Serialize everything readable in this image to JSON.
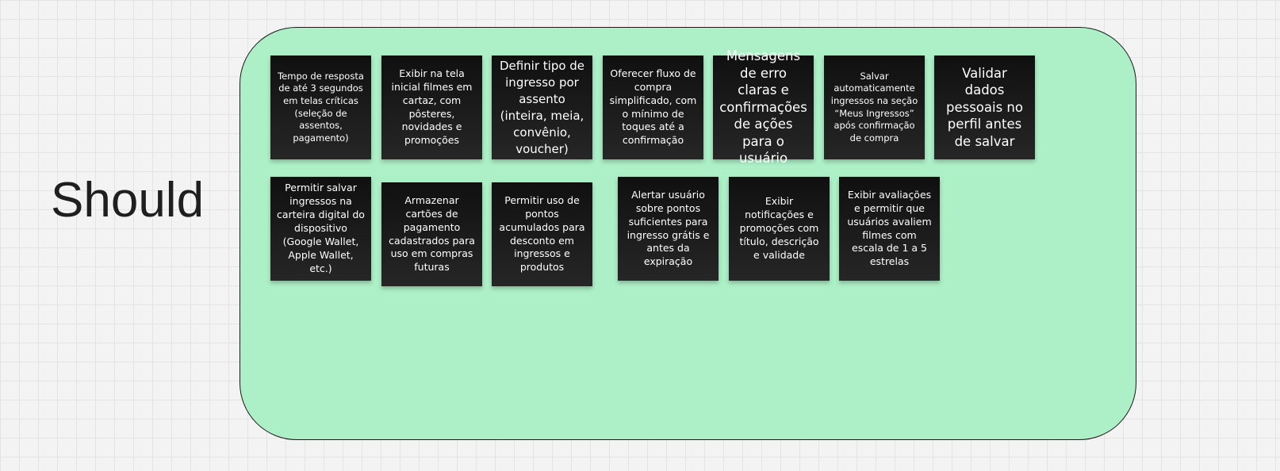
{
  "frame": {
    "label": "Should",
    "area_color": "#adf0c7"
  },
  "notes": [
    "Tempo de resposta de até 3 segundos em telas críticas (seleção de assentos, pagamento)",
    "Exibir na tela inicial filmes em cartaz, com pôsteres, novidades e promoções",
    "Definir tipo de ingresso por assento (inteira, meia, convênio, voucher)",
    "Oferecer fluxo de compra simplificado, com o mínimo de toques até a confirmação",
    "Mensagens de erro claras e confirmações de ações para o usuário",
    "Salvar automaticamente ingressos na seção “Meus Ingressos” após confirmação de compra",
    "Validar dados pessoais no perfil antes de salvar",
    "Permitir salvar ingressos na carteira digital do dispositivo (Google Wallet, Apple Wallet, etc.)",
    "Armazenar cartões de pagamento cadastrados para uso em compras futuras",
    "Permitir uso de pontos acumulados para desconto em ingressos e produtos",
    "Alertar usuário sobre pontos suficientes para ingresso grátis e antes da expiração",
    "Exibir notificações e promoções com título, descrição e validade",
    "Exibir avaliações e permitir que usuários avaliem filmes com escala de 1 a 5 estrelas"
  ],
  "note_color": "#1a1a1a",
  "note_text_color": "#ffffff"
}
